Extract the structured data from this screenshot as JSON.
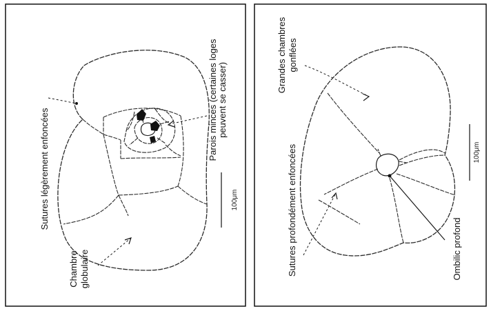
{
  "left_panel": {
    "labels": {
      "sutures": "Sutures légèrement enfoncées",
      "walls_line1": "Parois minces (certaines loges",
      "walls_line2": "peuvent se casser)",
      "chamber_line1": "Chambre",
      "chamber_line2": "globulaire"
    },
    "scale_label": "100μm"
  },
  "right_panel": {
    "labels": {
      "chambers_line1": "Grandes chambres",
      "chambers_line2": "gonflées",
      "sutures": "Sutures profondément enfoncées",
      "umbilic": "Ombilic profond"
    },
    "scale_label": "100μm"
  },
  "colors": {
    "ink": "#111111",
    "background": "#ffffff"
  }
}
